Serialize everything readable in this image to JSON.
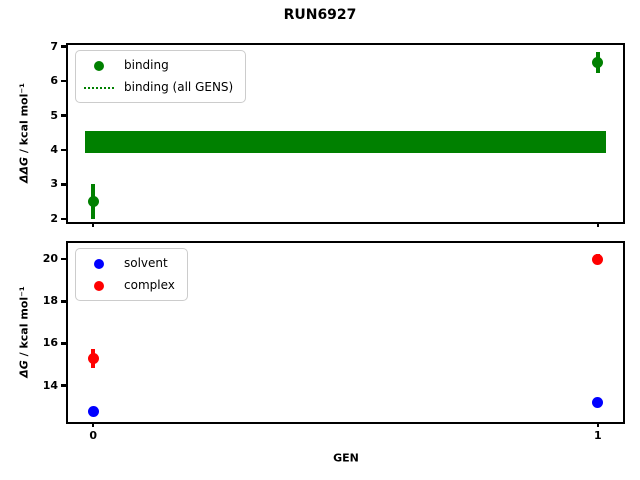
{
  "suptitle": "RUN6927",
  "chart_data": [
    {
      "type": "scatter",
      "ylabel_var": "ΔΔG",
      "ylabel_unit": " / kcal mol⁻¹",
      "xlabel": "",
      "ylim": [
        1.91,
        7.05
      ],
      "xlim": [
        -0.05,
        1.05
      ],
      "yticks": [
        2,
        3,
        4,
        5,
        6,
        7
      ],
      "xticks": [
        0,
        1
      ],
      "show_xticklabels": false,
      "legend_position": "upper left",
      "series": [
        {
          "name": "binding",
          "type": "points",
          "color": "#008000",
          "x": [
            0,
            1
          ],
          "y": [
            2.5,
            6.55
          ],
          "yerr": [
            0.5,
            0.3
          ]
        },
        {
          "name": "binding (all GENS)",
          "type": "band",
          "linestyle": "dotted",
          "color": "#008000",
          "center": 4.22,
          "halfwidth": 0.32,
          "x": [
            0,
            1
          ]
        }
      ]
    },
    {
      "type": "scatter",
      "ylabel_var": "ΔG",
      "ylabel_unit": " / kcal mol⁻¹",
      "xlabel": "GEN",
      "ylim": [
        12.28,
        20.76
      ],
      "xlim": [
        -0.05,
        1.05
      ],
      "yticks": [
        14,
        16,
        18,
        20
      ],
      "xticks": [
        0,
        1
      ],
      "show_xticklabels": true,
      "legend_position": "upper left",
      "series": [
        {
          "name": "solvent",
          "type": "points",
          "color": "#0000ff",
          "x": [
            0,
            1
          ],
          "y": [
            12.8,
            13.2
          ],
          "yerr": [
            0.05,
            0.05
          ]
        },
        {
          "name": "complex",
          "type": "points",
          "color": "#ff0000",
          "x": [
            0,
            1
          ],
          "y": [
            15.3,
            20.0
          ],
          "yerr": [
            0.45,
            0.25
          ]
        }
      ]
    }
  ]
}
